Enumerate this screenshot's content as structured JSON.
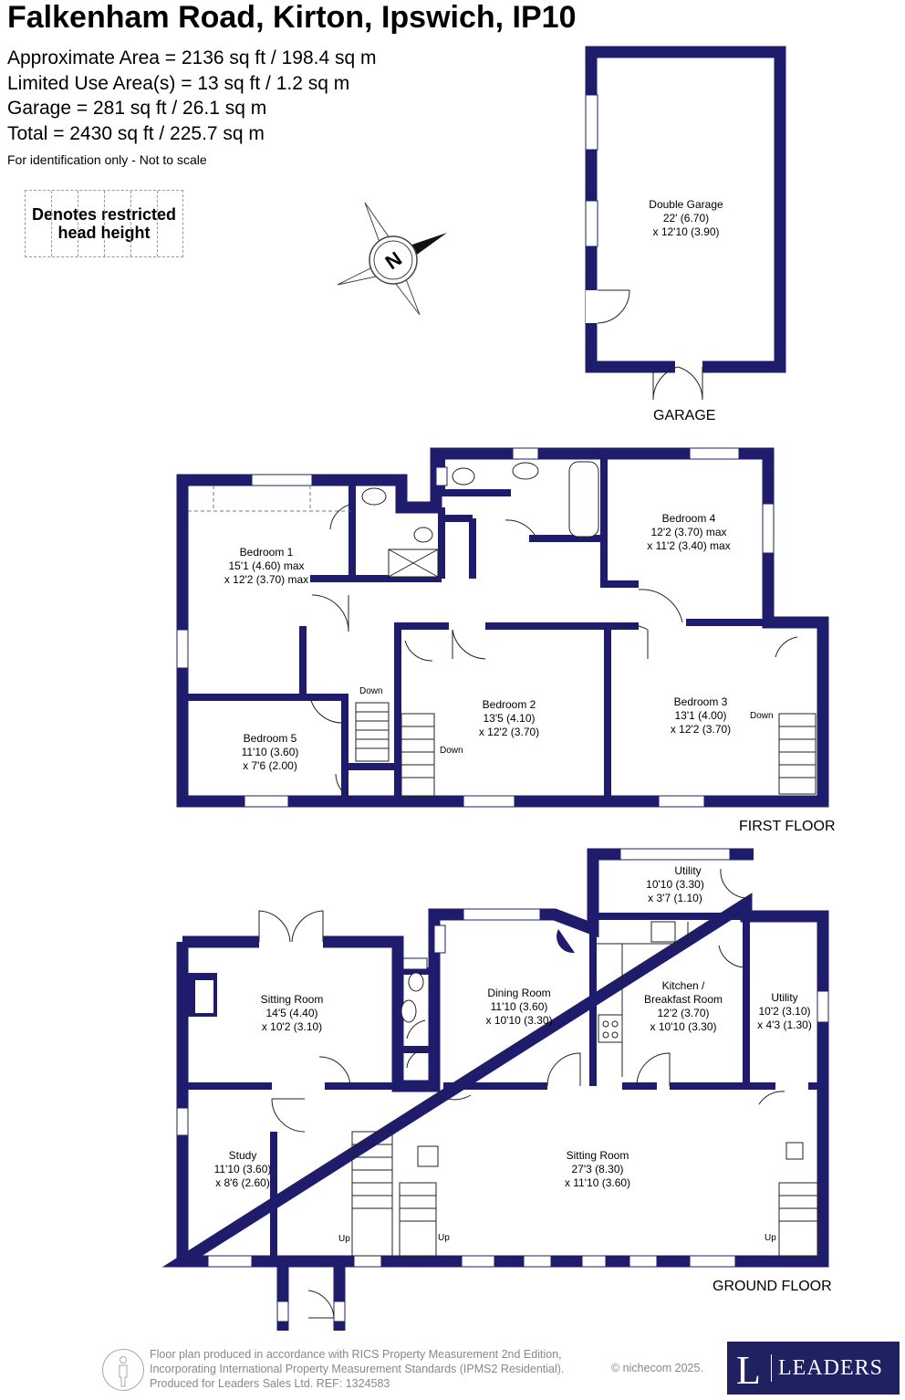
{
  "header": {
    "title": "Falkenham Road, Kirton, Ipswich, IP10",
    "areas": [
      "Approximate Area = 2136 sq ft / 198.4 sq m",
      "Limited Use Area(s) = 13 sq ft / 1.2 sq m",
      "Garage = 281 sq ft / 26.1 sq m",
      "Total = 2430 sq ft / 225.7 sq m"
    ],
    "disclaimer": "For identification only - Not to scale",
    "legend_line1": "Denotes restricted",
    "legend_line2": "head height",
    "compass_letter": "N"
  },
  "floors": {
    "garage": "GARAGE",
    "first": "FIRST FLOOR",
    "ground": "GROUND FLOOR"
  },
  "rooms": {
    "garage": [
      "Double Garage",
      "22' (6.70)",
      "x 12'10 (3.90)"
    ],
    "bedroom1": [
      "Bedroom 1",
      "15'1 (4.60) max",
      "x 12'2 (3.70) max"
    ],
    "bedroom4": [
      "Bedroom 4",
      "12'2 (3.70) max",
      "x 11'2 (3.40) max"
    ],
    "bedroom2": [
      "Bedroom 2",
      "13'5 (4.10)",
      "x 12'2 (3.70)"
    ],
    "bedroom3": [
      "Bedroom 3",
      "13'1 (4.00)",
      "x 12'2 (3.70)"
    ],
    "bedroom5": [
      "Bedroom 5",
      "11'10 (3.60)",
      "x 7'6 (2.00)"
    ],
    "utility1": [
      "Utility",
      "10'10 (3.30)",
      "x 3'7 (1.10)"
    ],
    "sitting1": [
      "Sitting Room",
      "14'5 (4.40)",
      "x 10'2 (3.10)"
    ],
    "dining": [
      "Dining Room",
      "11'10 (3.60)",
      "x 10'10 (3.30)"
    ],
    "kitchen": [
      "Kitchen /",
      "Breakfast Room",
      "12'2 (3.70)",
      "x 10'10 (3.30)"
    ],
    "utility2": [
      "Utility",
      "10'2 (3.10)",
      "x 4'3 (1.30)"
    ],
    "study": [
      "Study",
      "11'10 (3.60)",
      "x 8'6 (2.60)"
    ],
    "sitting2": [
      "Sitting Room",
      "27'3 (8.30)",
      "x 11'10 (3.60)"
    ]
  },
  "stairs": {
    "down": "Down",
    "up": "Up"
  },
  "footer": {
    "line1": "Floor plan produced in accordance with RICS Property Measurement 2nd Edition,",
    "line2": "Incorporating International Property Measurement Standards (IPMS2 Residential).",
    "line3": "Produced for Leaders Sales Ltd.   REF:  1324583",
    "copyright": "© nichecom 2025.",
    "logo_letter": "L",
    "logo_name": "LEADERS"
  },
  "colors": {
    "wall": "#1f1c6b",
    "brand": "#1f2160"
  }
}
